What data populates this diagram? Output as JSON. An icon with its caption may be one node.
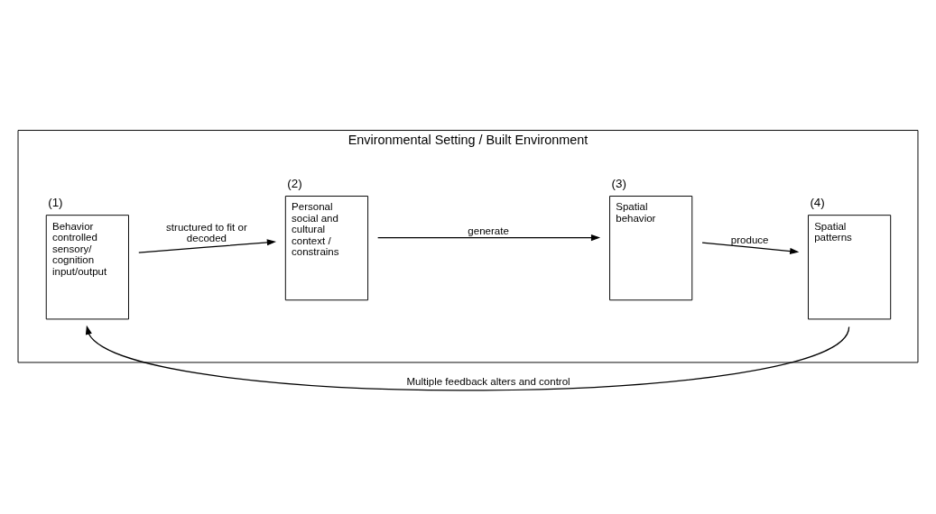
{
  "diagram": {
    "nodes": [
      {
        "text": [
          "Environmental Setting / Built Environment"
        ]
      },
      {
        "text": [
          "Behavior controlled sensory/ cognition input/output"
        ],
        "beside": [
          "(1)"
        ],
        "in": 0
      },
      {
        "text": [
          "Personal social and cultural context / constrains"
        ],
        "beside": [
          "(2)"
        ],
        "in": 0
      },
      {
        "text": [
          "Spatial behavior"
        ],
        "beside": [
          "(3)"
        ],
        "in": 0
      },
      {
        "text": [
          "Spatial patterns"
        ],
        "beside": [
          "(4)"
        ],
        "in": 0
      }
    ],
    "edges": [
      {
        "from": 1,
        "to": 2,
        "arrow": "to",
        "label": "structured to fit or decoded"
      },
      {
        "from": 2,
        "to": 3,
        "arrow": "to",
        "label": "generate"
      },
      {
        "from": 3,
        "to": 4,
        "arrow": "to",
        "label": "produce"
      },
      {
        "from": 4,
        "to": 1,
        "arrow": "to",
        "label": "Multiple feedback alters and control"
      }
    ]
  }
}
